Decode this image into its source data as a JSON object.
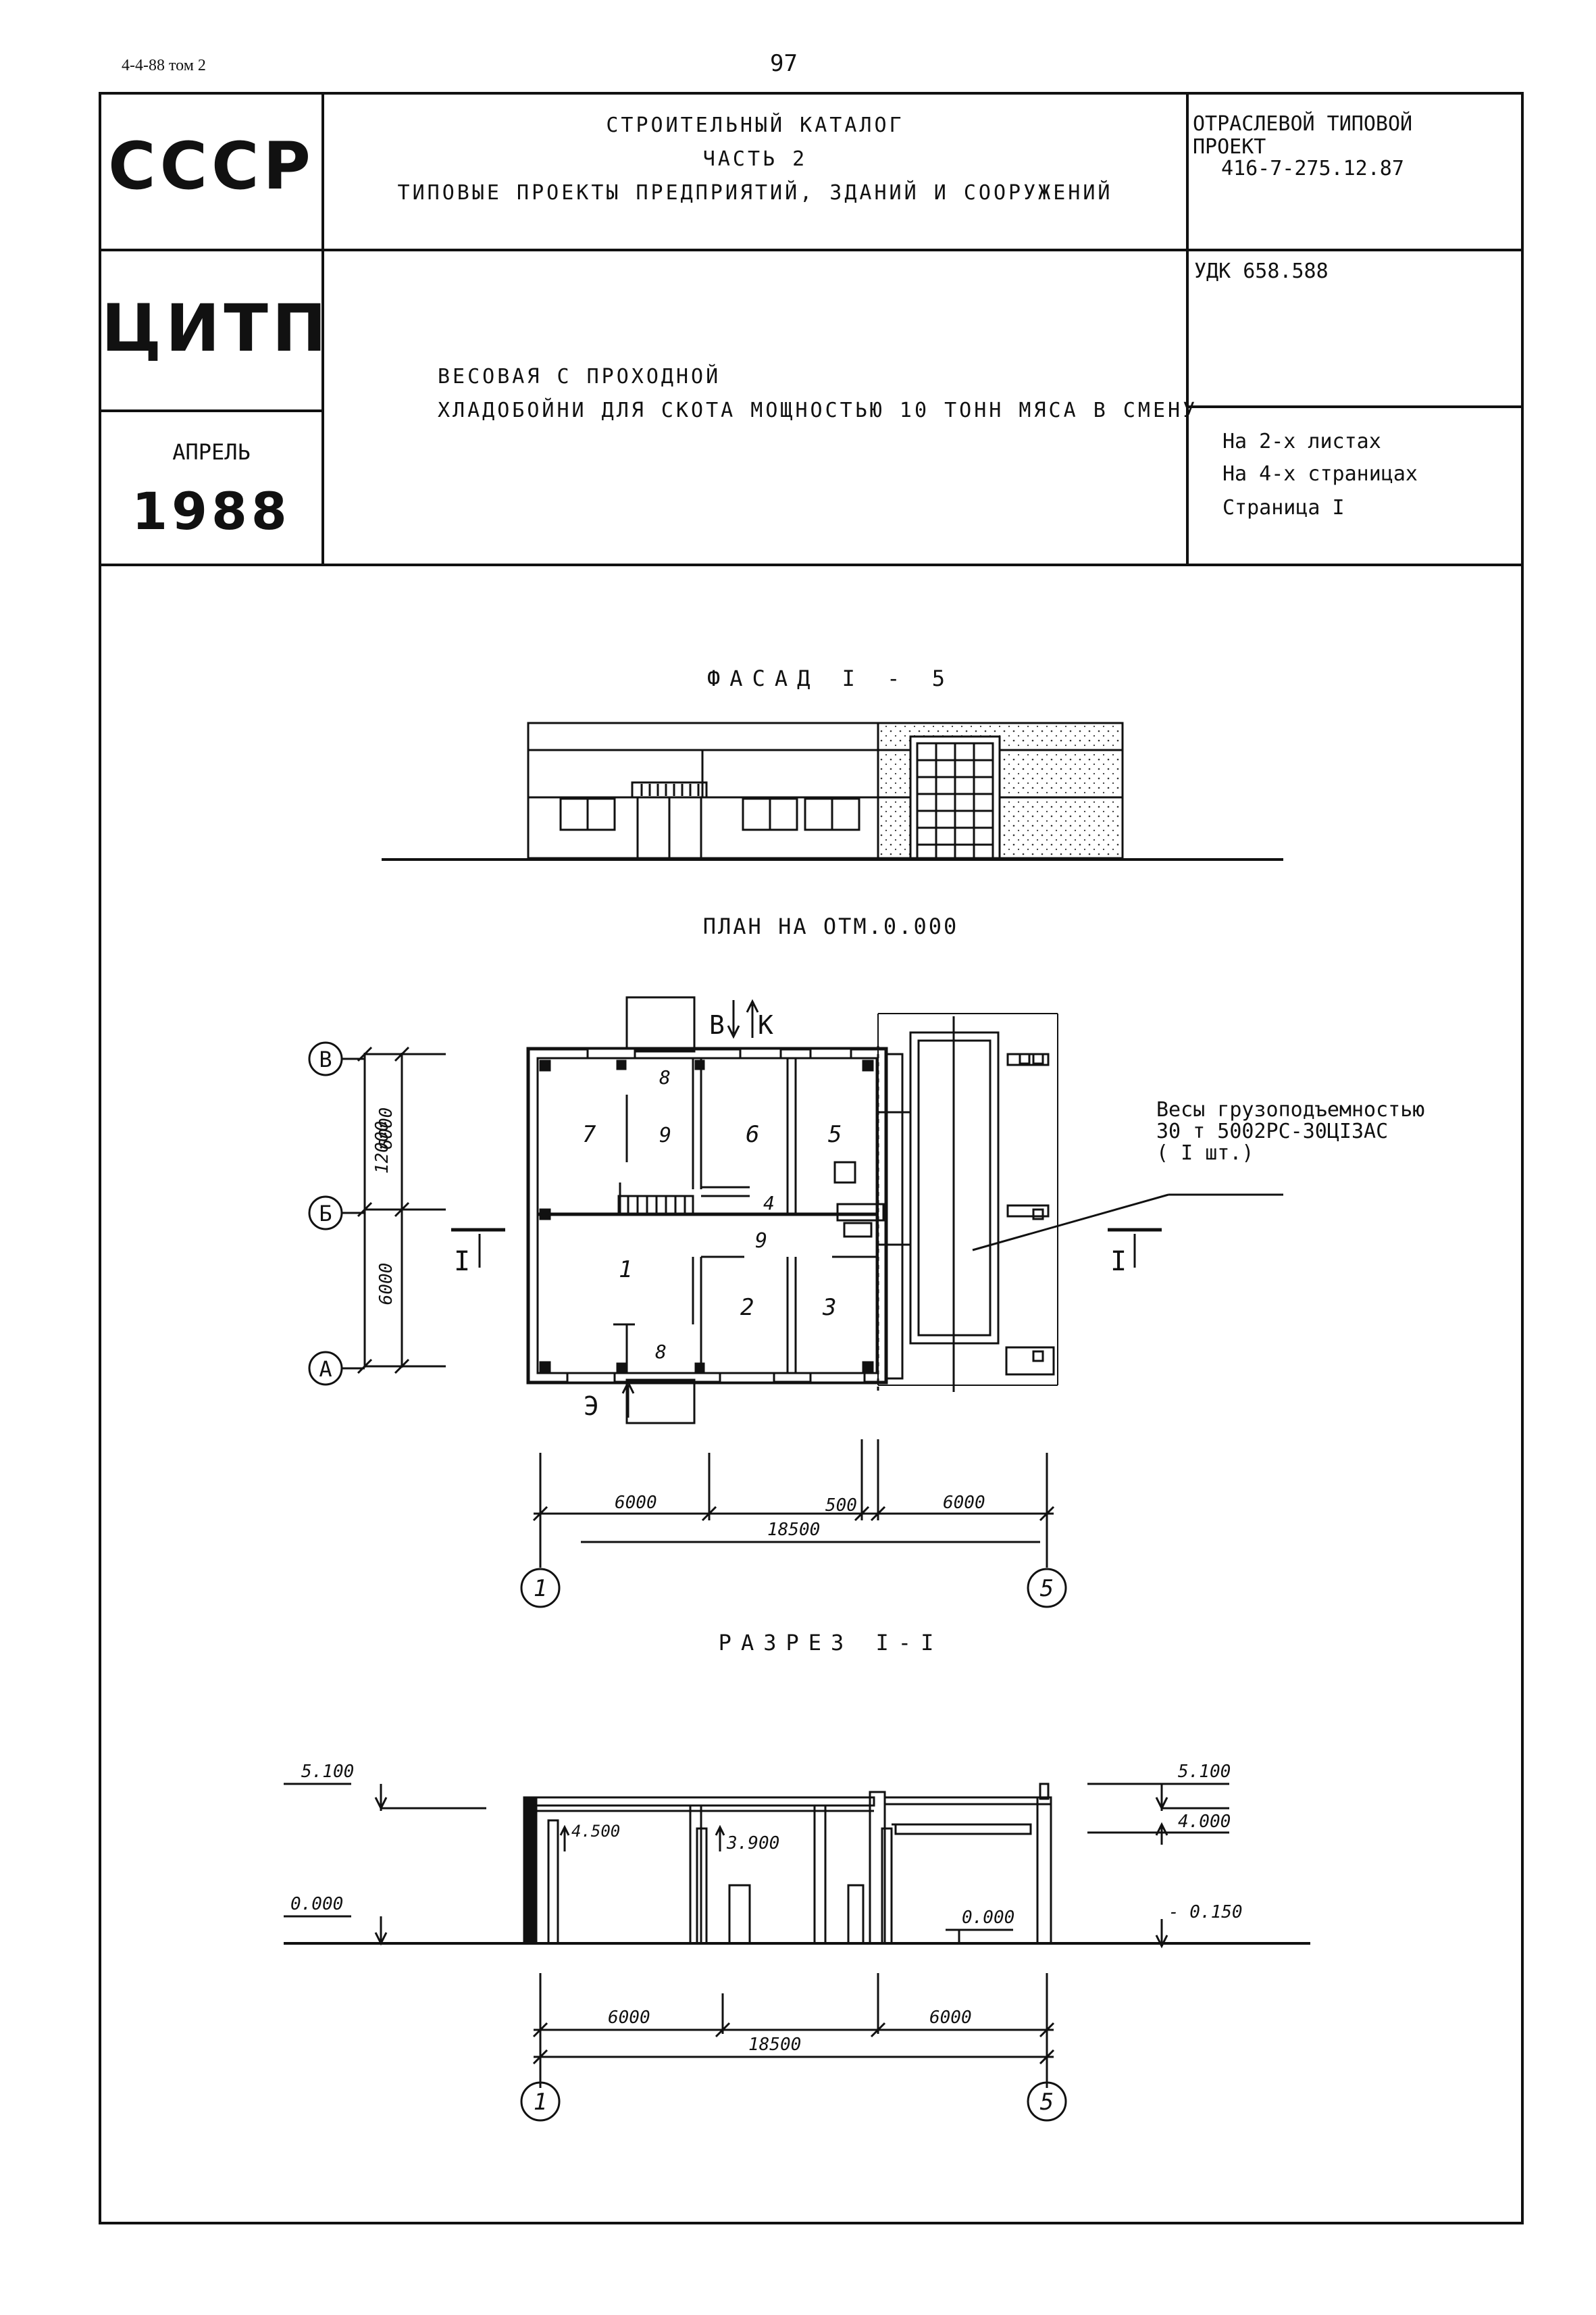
{
  "header": {
    "series_note": "4-4-88 том 2",
    "page_number": "97"
  },
  "stamp": {
    "org_1": "СССР",
    "org_2": "ЦИТП",
    "month": "АПРЕЛЬ",
    "year": "1988",
    "catalog_line1": "СТРОИТЕЛЬНЫЙ КАТАЛОГ",
    "catalog_line2": "ЧАСТЬ 2",
    "catalog_line3": "ТИПОВЫЕ ПРОЕКТЫ ПРЕДПРИЯТИЙ, ЗДАНИЙ И СООРУЖЕНИЙ",
    "project_line1": "ОТРАСЛЕВОЙ ТИПОВОЙ",
    "project_line2": "ПРОЕКТ",
    "project_code": "416-7-275.12.87",
    "udk": "УДК 658.588",
    "object_line1": "ВЕСОВАЯ С ПРОХОДНОЙ",
    "object_line2": "ХЛАДОБОЙНИ ДЛЯ СКОТА МОЩНОСТЬЮ 10 ТОНН МЯСА В СМЕНУ",
    "sheets": "На 2-х листах",
    "pages": "На 4-х страницах",
    "page": "Страница I"
  },
  "facade": {
    "title": "ФАСАД I - 5"
  },
  "plan": {
    "title": "ПЛАН НА ОТМ.0.000",
    "axes": {
      "a": "А",
      "b": "Б",
      "v": "В",
      "ax1": "1",
      "ax5": "5"
    },
    "rooms": {
      "r1": "1",
      "r2": "2",
      "r3": "3",
      "r4": "4",
      "r5": "5",
      "r6": "6",
      "r7": "7",
      "r8a": "8",
      "r8b": "8",
      "r9a": "9",
      "r9b": "9"
    },
    "entries": {
      "v": "В",
      "k": "К",
      "e": "Э"
    },
    "dims": {
      "d12000": "12000",
      "d6000a": "6000",
      "d6000b": "6000",
      "d6000c": "6000",
      "d500": "500",
      "d6000d": "6000",
      "d18500": "18500"
    },
    "section_mark": "I",
    "scale_note_line1": "Весы грузоподъемностью",
    "scale_note_line2": "30 т 5002РС-30ЦI3АС",
    "scale_note_line3": "( I шт.)"
  },
  "section": {
    "title": "РАЗРЕЗ I-I",
    "levels": {
      "l5100a": "5.100",
      "l0000a": "0.000",
      "l4500": "4.500",
      "l3900": "3.900",
      "l0000b": "0.000",
      "l5100b": "5.100",
      "l4000": "4.000",
      "lm0150": "- 0.150"
    },
    "dims": {
      "d6000a": "6000",
      "d6000b": "6000",
      "d18500": "18500"
    },
    "axes": {
      "ax1": "1",
      "ax5": "5"
    }
  }
}
